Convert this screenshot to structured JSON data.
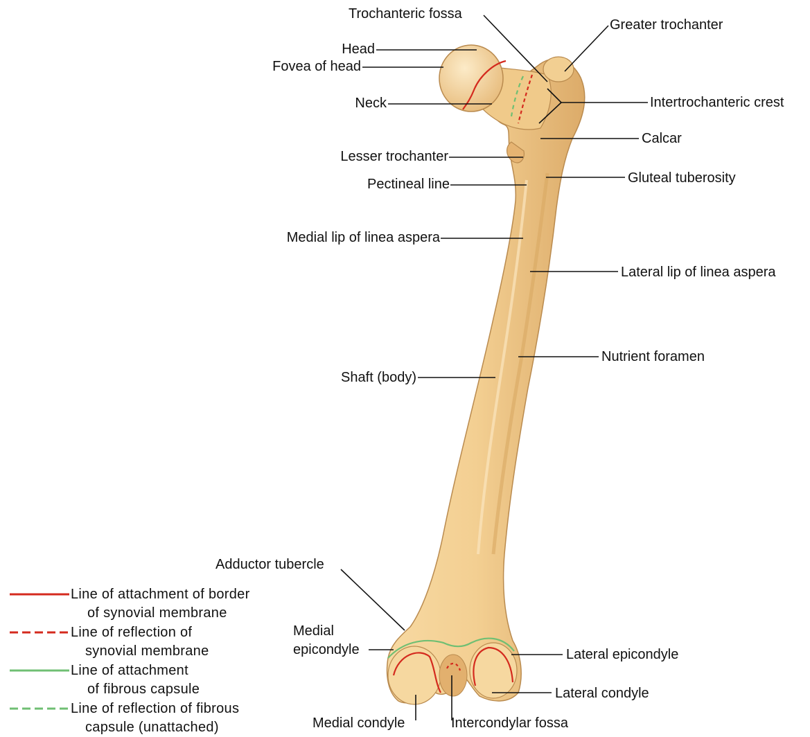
{
  "labels": {
    "trochanteric_fossa": "Trochanteric fossa",
    "greater_trochanter": "Greater trochanter",
    "head": "Head",
    "fovea_of_head": "Fovea of head",
    "neck": "Neck",
    "intertrochanteric_crest": "Intertrochanteric crest",
    "calcar": "Calcar",
    "lesser_trochanter": "Lesser trochanter",
    "gluteal_tuberosity": "Gluteal tuberosity",
    "pectineal_line": "Pectineal line",
    "medial_lip": "Medial lip of linea aspera",
    "lateral_lip": "Lateral lip of linea aspera",
    "nutrient_foramen": "Nutrient foramen",
    "shaft": "Shaft (body)",
    "adductor_tubercle": "Adductor tubercle",
    "medial_epicondyle_1": "Medial",
    "medial_epicondyle_2": "epicondyle",
    "lateral_epicondyle": "Lateral epicondyle",
    "lateral_condyle": "Lateral condyle",
    "medial_condyle": "Medial condyle",
    "intercondylar_fossa": "Intercondylar fossa"
  },
  "legend": [
    {
      "line1": "Line of attachment of border",
      "line2": "of synovial membrane",
      "color": "#d42a1e",
      "style": "solid"
    },
    {
      "line1": "Line of reflection of",
      "line2": "synovial membrane",
      "color": "#d42a1e",
      "style": "dashed"
    },
    {
      "line1": "Line of attachment",
      "line2": "of fibrous capsule",
      "color": "#6fbf73",
      "style": "solid"
    },
    {
      "line1": "Line of reflection of fibrous",
      "line2": "capsule (unattached)",
      "color": "#6fbf73",
      "style": "dashed"
    }
  ],
  "colors": {
    "bone_fill": "#f3cf92",
    "bone_shadow": "#d9a863",
    "bone_highlight": "#fbe6bf",
    "bone_outline": "#b98a4e",
    "synovial_red": "#d42a1e",
    "capsule_green": "#6fbf73",
    "leader": "#111111"
  }
}
